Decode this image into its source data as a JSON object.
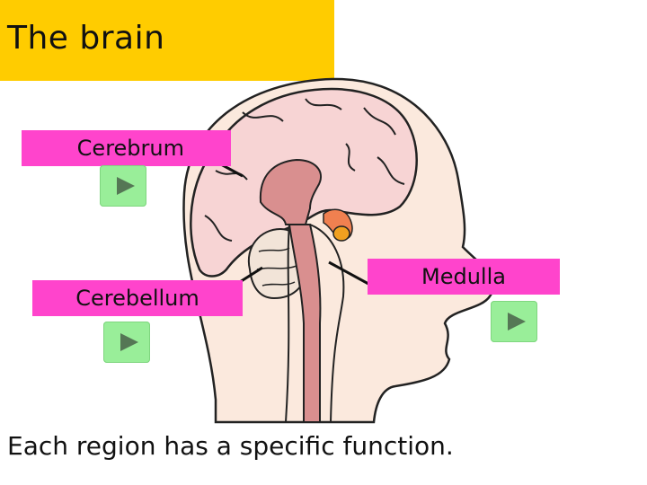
{
  "title": "The brain",
  "labels": {
    "cerebrum": "Cerebrum",
    "cerebellum": "Cerebellum",
    "medulla": "Medulla"
  },
  "caption": "Each region has a specific function.",
  "colors": {
    "title_bg": "#ffcc00",
    "label_bg": "#ff44cc",
    "button_bg": "#99ee99",
    "skin": "#fbe9dd",
    "cerebrum": "#f7d4d4",
    "cerebellum": "#f2e4d8",
    "brainstem": "#d98f8f",
    "pituitary": "#f08050"
  },
  "icons": {
    "play": "play-icon"
  }
}
